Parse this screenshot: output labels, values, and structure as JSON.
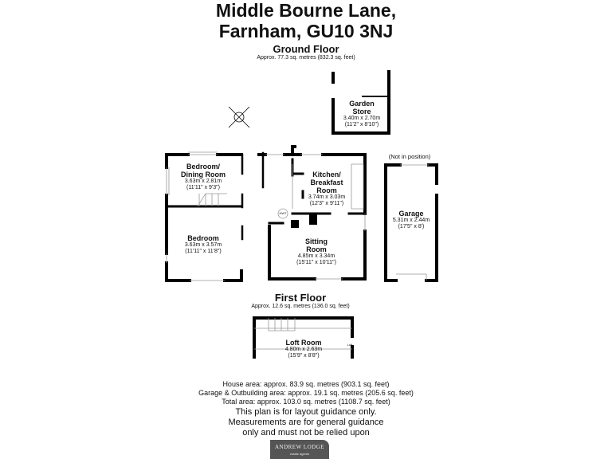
{
  "title": {
    "line1": "Middle Bourne Lane,",
    "line2": "Farnham, GU10 3NJ"
  },
  "ground_floor": {
    "label": "Ground Floor",
    "area": "Approx. 77.3 sq. metres (832.3 sq. feet)",
    "rooms": [
      {
        "name": "Garden Store",
        "line1": "Garden",
        "line2": "Store",
        "metric": "3.40m x 2.70m",
        "imperial": "(11'2\" x 8'10\")"
      },
      {
        "name": "Bedroom/ Dining Room",
        "line1": "Bedroom/",
        "line2": "Dining Room",
        "metric": "3.63m x 2.81m",
        "imperial": "(11'11\" x 9'3\")"
      },
      {
        "name": "Kitchen/ Breakfast Room",
        "line1": "Kitchen/",
        "line2": "Breakfast",
        "line3": "Room",
        "metric": "3.74m x 3.03m",
        "imperial": "(12'3\" x 9'11\")"
      },
      {
        "name": "Bedroom",
        "line1": "Bedroom",
        "metric": "3.63m x 3.57m",
        "imperial": "(11'11\" x 11'8\")"
      },
      {
        "name": "Sitting Room",
        "line1": "Sitting",
        "line2": "Room",
        "metric": "4.85m x 3.34m",
        "imperial": "(15'11\" x 10'11\")"
      },
      {
        "name": "Garage",
        "line1": "Garage",
        "metric": "5.31m x 2.44m",
        "imperial": "(17'5\" x 8')"
      }
    ],
    "hwt": "HWT",
    "garage_note": "(Not in position)"
  },
  "first_floor": {
    "label": "First Floor",
    "area": "Approx. 12.6 sq. metres (136.0 sq. feet)",
    "rooms": [
      {
        "line1": "Loft Room",
        "metric": "4.80m x 2.63m",
        "imperial": "(15'9\" x 8'8\")"
      }
    ],
    "loft": "Loft"
  },
  "footer": {
    "house_area": "House area: approx. 83.9 sq. metres (903.1 sq. feet)",
    "garage_area": "Garage & Outbuilding area: approx. 19.1 sq. metres (205.6 sq. feet)",
    "total_area": "Total area: approx. 103.0 sq. metres (1108.7 sq. feet)",
    "disclaimer1": "This plan is for layout guidance only.",
    "disclaimer2": "Measurements are for general guidance",
    "disclaimer3": "only and must not be relied upon"
  },
  "logo": {
    "name": "ANDREW LODGE",
    "tagline": "estate agents"
  }
}
